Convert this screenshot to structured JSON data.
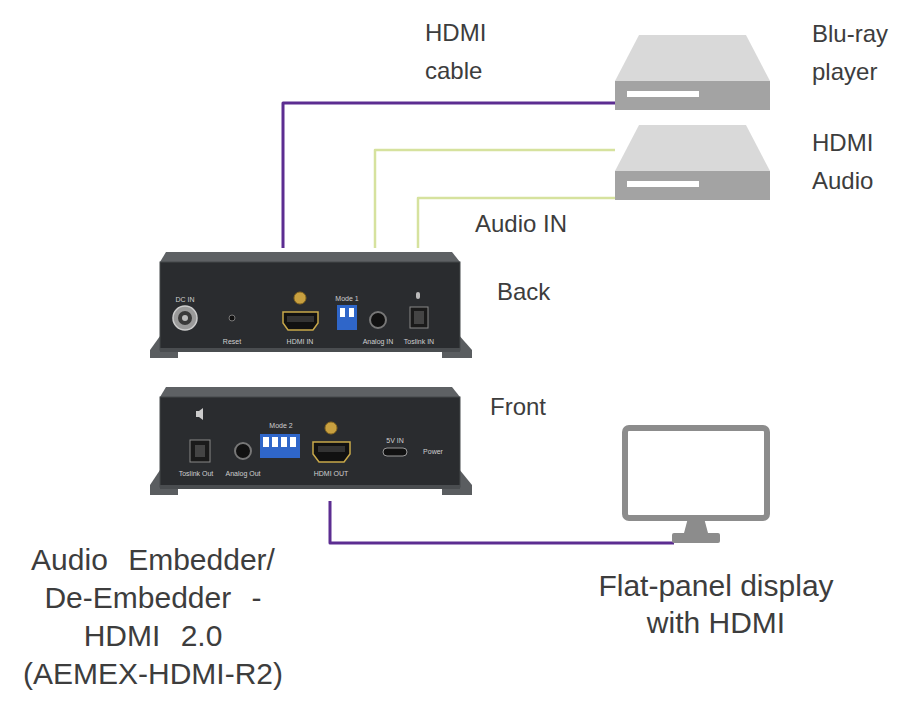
{
  "diagram": {
    "nodes": [
      {
        "text": [
          "Blu-ray player"
        ]
      },
      {
        "text": [
          "HDMI Audio"
        ]
      },
      {
        "text": [
          "Back"
        ]
      },
      {
        "text": [
          "Front"
        ]
      },
      {
        "text": [
          "Flat-panel display with HDMI"
        ]
      }
    ],
    "edges": [
      {
        "from": 0,
        "to": 2,
        "arrow": "none",
        "label": "HDMI cable"
      },
      {
        "from": 1,
        "to": 2,
        "arrow": "none"
      },
      {
        "from": 1,
        "to": 2,
        "arrow": "none",
        "label": "Audio IN"
      },
      {
        "from": 3,
        "to": 4,
        "arrow": "none"
      }
    ],
    "labels": [
      "Audio Embedder/ De-Embedder - HDMI 2.0 (AEMEX-HDMI-R2)",
      "DC IN",
      "Reset",
      "HDMI IN",
      "Mode 1",
      "Analog IN",
      "Toslink IN",
      "Toslink Out",
      "Analog Out",
      "Mode 2",
      "HDMI OUT",
      "5V IN",
      "Power"
    ]
  }
}
